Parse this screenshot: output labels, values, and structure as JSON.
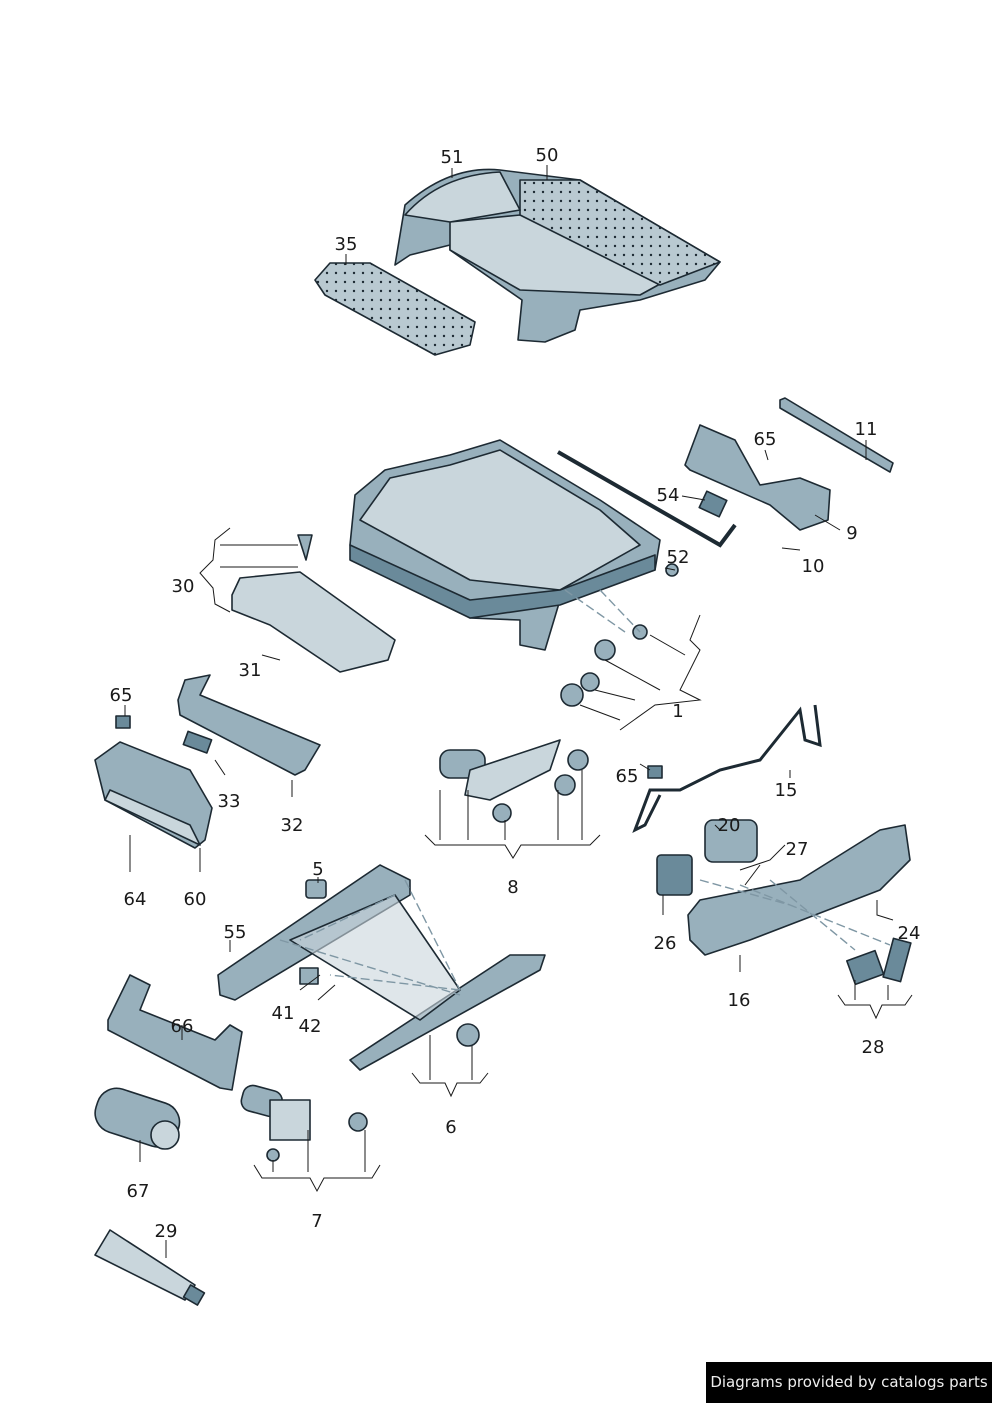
{
  "labels": [
    "51",
    "50",
    "35",
    "11",
    "65",
    "54",
    "9",
    "52",
    "10",
    "30",
    "31",
    "1",
    "65",
    "33",
    "32",
    "65",
    "15",
    "20",
    "27",
    "8",
    "64",
    "60",
    "5",
    "55",
    "26",
    "24",
    "16",
    "41",
    "42",
    "28",
    "66",
    "6",
    "67",
    "7",
    "29"
  ],
  "credit": "Diagrams provided by catalogs parts",
  "colors": {
    "light": "#c9d6dc",
    "mid": "#98b0bc",
    "dark": "#6a8a9a",
    "outline": "#1d2a33"
  }
}
